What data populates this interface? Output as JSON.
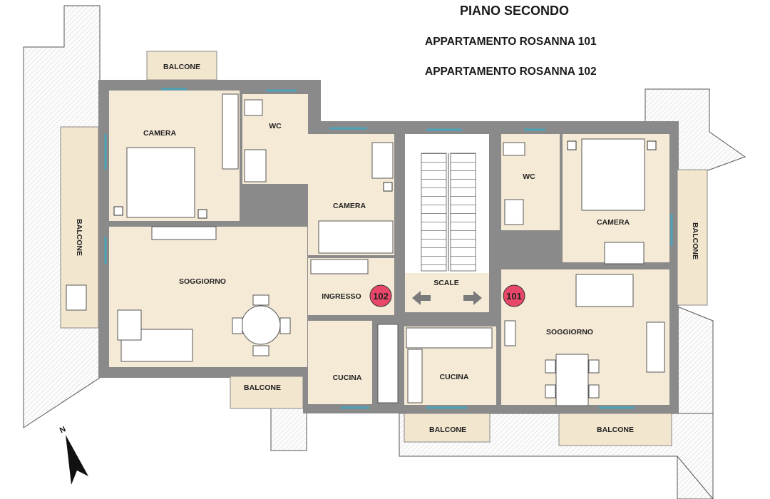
{
  "title": {
    "floor": "PIANO SECONDO",
    "apartment_a": "APPARTAMENTO ROSANNA 101",
    "apartment_b": "APPARTAMENTO ROSANNA 102"
  },
  "rooms": {
    "balcone_top": "BALCONE",
    "camera_a": "CAMERA",
    "wc_a": "WC",
    "camera_b": "CAMERA",
    "balcone_left": "BALCONE",
    "soggiorno_a": "SOGGIORNO",
    "ingresso": "INGRESSO",
    "scale": "SCALE",
    "wc_c": "WC",
    "camera_c": "CAMERA",
    "balcone_right": "BALCONE",
    "soggiorno_b": "SOGGIORNO",
    "cucina_a": "CUCINA",
    "cucina_b": "CUCINA",
    "balcone_bottom_left": "BALCONE",
    "balcone_bottom_mid": "BALCONE",
    "balcone_bottom_right": "BALCONE"
  },
  "markers": {
    "apt_102": "102",
    "apt_101": "101"
  },
  "north": "N",
  "colors": {
    "wall": "#8a8a8a",
    "floor": "#f5ead6",
    "balcony": "#f3e6cf",
    "marker": "#e8476a",
    "arrow": "#7a7a7a",
    "window": "#4aa3b8"
  }
}
